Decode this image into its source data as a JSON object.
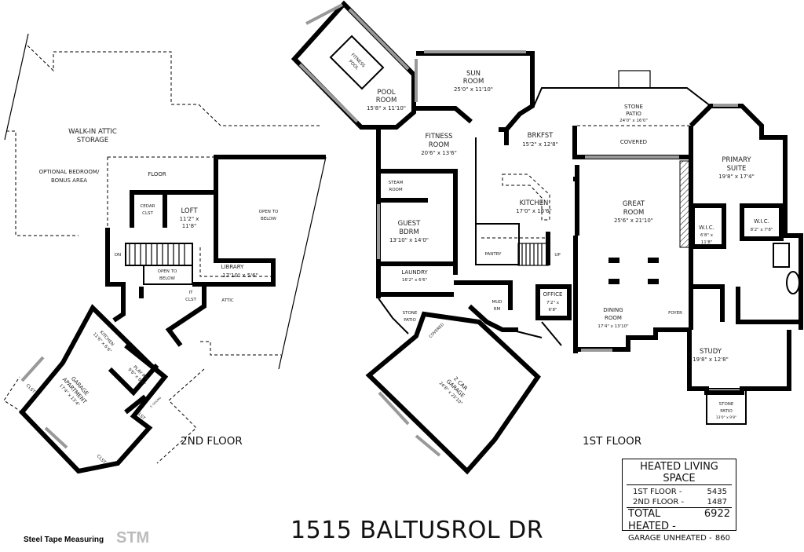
{
  "title": "1515 BALTUSROL DR",
  "logo": {
    "text": "Steel Tape Measuring",
    "mark": "STM"
  },
  "second_floor": {
    "label": "2ND FLOOR",
    "rooms": {
      "attic_storage": [
        "WALK-IN ATTIC",
        "STORAGE"
      ],
      "bonus": [
        "OPTIONAL BEDROOM/",
        "BONUS AREA"
      ],
      "floor": "FLOOR",
      "cedar": [
        "CEDAR",
        "CLST"
      ],
      "loft": [
        "LOFT",
        "11'2\" x",
        "11'8\""
      ],
      "open_below_1": [
        "OPEN TO",
        "BELOW"
      ],
      "dn": "DN",
      "open_below_2": [
        "OPEN TO",
        "BELOW"
      ],
      "library": [
        "LIBRARY",
        "17'10\" x 5'6\""
      ],
      "it_clst": [
        "IT",
        "CLST"
      ],
      "attic": "ATTIC",
      "kitchen": [
        "KITCHEN",
        "11'6\" x 6'6\""
      ],
      "play_rm": [
        "PLAY RM",
        "9'6\" x 6'6\""
      ],
      "garage_apt": [
        "GARAGE",
        "APARTMENT",
        "17'4\" x 13'4\""
      ],
      "clst": "CLST",
      "ceiling_note": "5' CEILING"
    }
  },
  "first_floor": {
    "label": "1ST FLOOR",
    "rooms": {
      "fitness_pool": [
        "FITNESS",
        "POOL"
      ],
      "pool_room": [
        "POOL",
        "ROOM",
        "15'8\" x 11'10\""
      ],
      "sun_room": [
        "SUN",
        "ROOM",
        "25'0\" x 11'10\""
      ],
      "stone_patio_rear": [
        "STONE",
        "PATIO",
        "24'0\" x 16'0\""
      ],
      "covered_rear": "COVERED",
      "brkfst": [
        "BRKFST",
        "15'2\" x 12'8\""
      ],
      "fitness_room": [
        "FITNESS",
        "ROOM",
        "20'6\" x 13'6\""
      ],
      "steam_room": [
        "STEAM",
        "ROOM"
      ],
      "kitchen": [
        "KITCHEN",
        "17'0\" x 16'6\""
      ],
      "primary_suite": [
        "PRIMARY",
        "SUITE",
        "19'8\" x 17'4\""
      ],
      "great_room": [
        "GREAT",
        "ROOM",
        "25'6\" x 21'10\""
      ],
      "guest_bdrm": [
        "GUEST",
        "BDRM",
        "13'10\" x 14'0\""
      ],
      "wic1": [
        "W.I.C.",
        "6'8\" x",
        "11'8\""
      ],
      "wic2": [
        "W.I.C.",
        "8'2\" x 7'8\""
      ],
      "pantry": "PANTRY",
      "up": "UP",
      "laundry": [
        "LAUNDRY",
        "16'2\" x 6'6\""
      ],
      "office": [
        "OFFICE",
        "7'2\" x",
        "6'8\""
      ],
      "mud_rm": [
        "MUD",
        "RM"
      ],
      "stone_patio_side": [
        "STONE",
        "PATIO"
      ],
      "covered_side": "COVERED",
      "dining_room": [
        "DINING",
        "ROOM",
        "17'4\" x 13'10\""
      ],
      "foyer": "FOYER",
      "study": [
        "STUDY",
        "19'8\" x 12'8\""
      ],
      "stone_patio_front": [
        "STONE",
        "PATIO",
        "13'0\" x 9'8\""
      ],
      "garage": [
        "2 CAR",
        "GARAGE",
        "24'8\" x 25'10\""
      ]
    }
  },
  "summary": {
    "heading": "HEATED LIVING SPACE",
    "rows": [
      {
        "label": "1ST FLOOR -",
        "value": "5435"
      },
      {
        "label": "2ND FLOOR -",
        "value": "1487"
      }
    ],
    "total": {
      "label": "TOTAL HEATED -",
      "value": "6922"
    },
    "garage": {
      "label": "GARAGE UNHEATED -",
      "value": "860"
    }
  }
}
